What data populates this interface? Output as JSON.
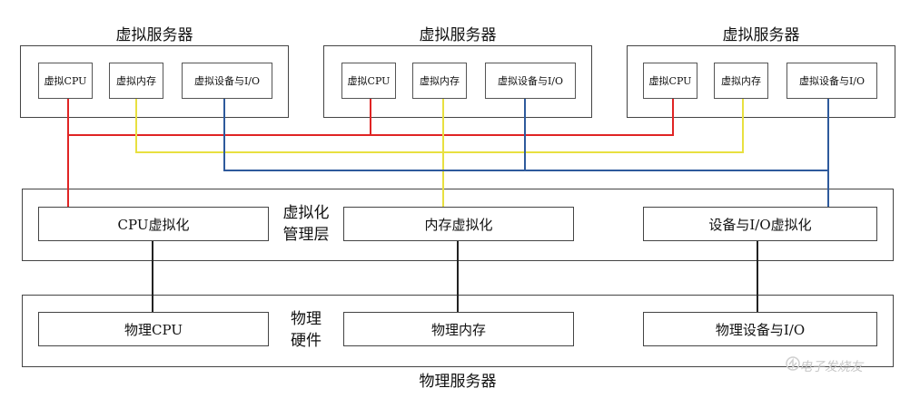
{
  "virtual_servers": [
    {
      "title": "虚拟服务器",
      "cpu": "虚拟CPU",
      "memory": "虚拟内存",
      "io": "虚拟设备与I/O"
    },
    {
      "title": "虚拟服务器",
      "cpu": "虚拟CPU",
      "memory": "虚拟内存",
      "io": "虚拟设备与I/O"
    },
    {
      "title": "虚拟服务器",
      "cpu": "虚拟CPU",
      "memory": "虚拟内存",
      "io": "虚拟设备与I/O"
    }
  ],
  "virtualization_layer": {
    "label_line1": "虚拟化",
    "label_line2": "管理层",
    "cpu": "CPU虚拟化",
    "memory": "内存虚拟化",
    "io": "设备与I/O虚拟化"
  },
  "hardware_layer": {
    "label_line1": "物理",
    "label_line2": "硬件",
    "cpu": "物理CPU",
    "memory": "物理内存",
    "io": "物理设备与I/O"
  },
  "physical_server_title": "物理服务器",
  "watermark": "电子发烧友",
  "colors": {
    "cpu_line": "#e02424",
    "memory_line": "#e8e040",
    "io_line": "#2e5a9c",
    "hw_line": "#222222"
  }
}
